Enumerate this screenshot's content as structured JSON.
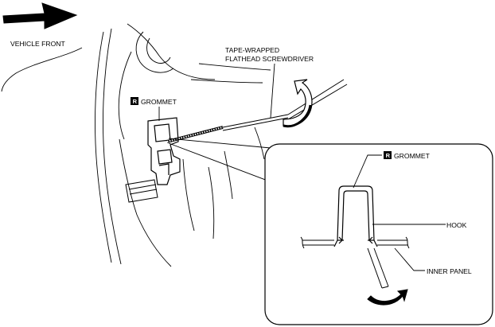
{
  "labels": {
    "vehicle_front": "VEHICLE FRONT",
    "tool_line1": "TAPE-WRAPPED",
    "tool_line2": "FLATHEAD SCREWDRIVER",
    "grommet_main": "GROMMET",
    "grommet_detail": "GROMMET",
    "hook": "HOOK",
    "inner_panel": "INNER PANEL"
  },
  "badge_letter": "R",
  "colors": {
    "line": "#000000",
    "background": "#ffffff",
    "badge_fill": "#000000",
    "badge_text": "#ffffff"
  }
}
